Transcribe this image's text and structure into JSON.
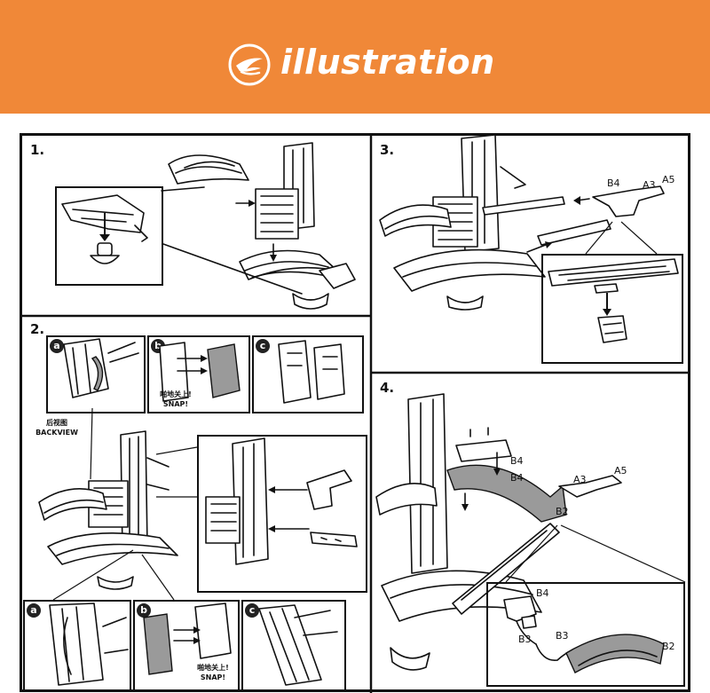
{
  "banner": {
    "title": "illustration",
    "color": "#f08838"
  },
  "steps": {
    "s1": "1.",
    "s2": "2.",
    "s3": "3.",
    "s4": "4."
  },
  "step2": {
    "sub_a": "a",
    "sub_b": "b",
    "sub_c": "c",
    "snap_cn": "啪地关上!",
    "snap_en": "SNAP!",
    "backview_cn": "后视图",
    "backview_en": "BACKVIEW",
    "bottom_sub_a": "a",
    "bottom_sub_b": "b",
    "bottom_sub_c": "c",
    "bottom_snap_cn": "啪地关上!",
    "bottom_snap_en": "SNAP!"
  },
  "step3": {
    "b4": "B4",
    "a3": "A3",
    "a5": "A5"
  },
  "step4": {
    "b4_top": "B4",
    "b4_mid": "B4",
    "a3": "A3",
    "a5": "A5",
    "b2": "B2",
    "detail_b4": "B4",
    "detail_b3_left": "B3",
    "detail_b3": "B3",
    "detail_b2": "B2"
  }
}
